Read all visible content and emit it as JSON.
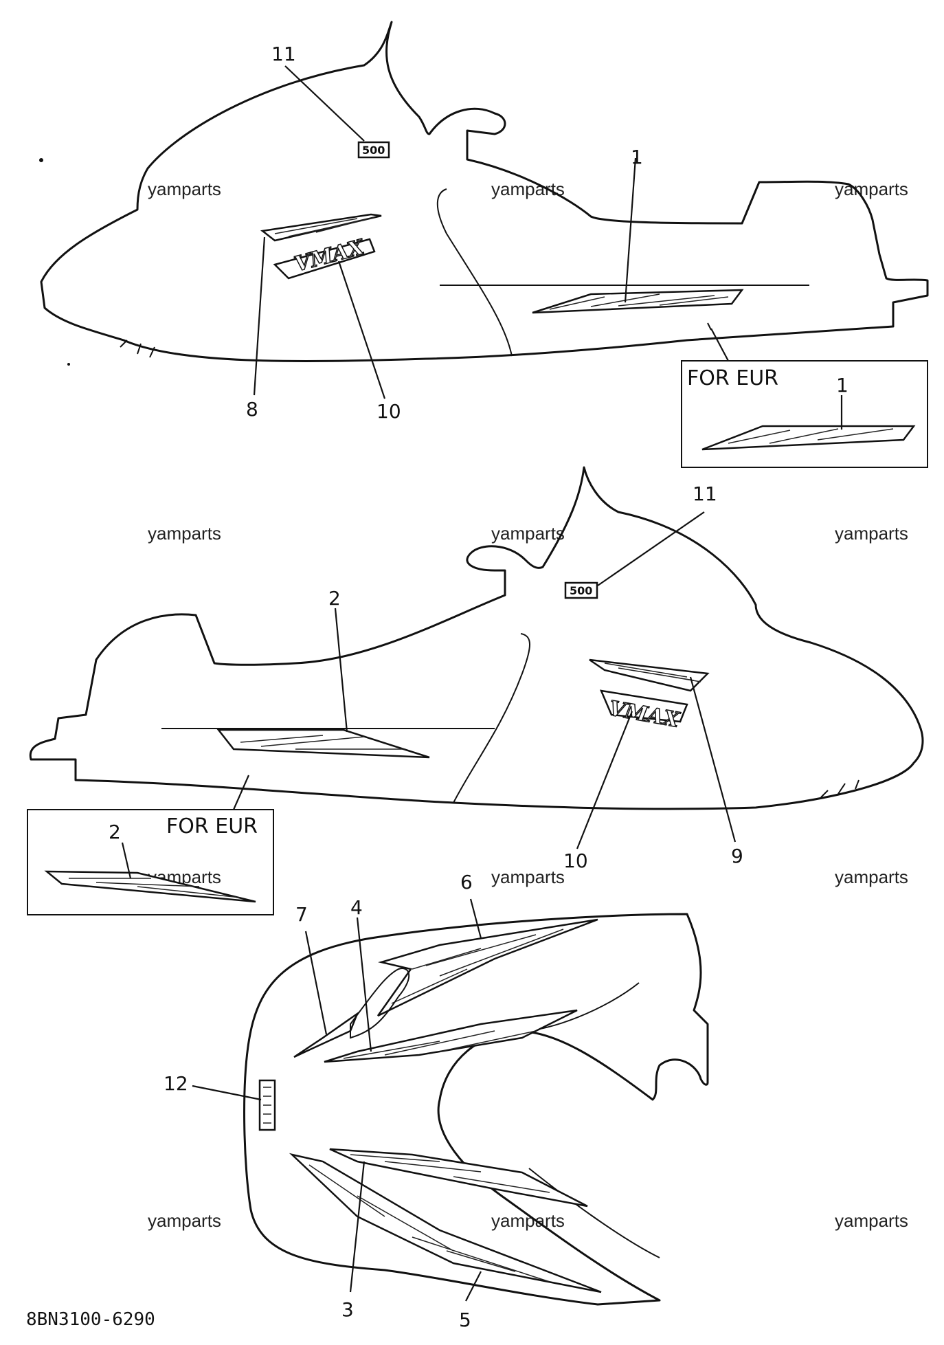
{
  "watermark": "yamparts",
  "part_number": "8BN3100-6290",
  "for_eur": "FOR EUR",
  "badge": "500",
  "emblem_text": "VMAX",
  "callouts": {
    "top_11": "11",
    "top_1": "1",
    "top_8": "8",
    "top_10": "10",
    "top_eur_1": "1",
    "mid_11": "11",
    "mid_2": "2",
    "mid_10": "10",
    "mid_9": "9",
    "mid_eur_2": "2",
    "hood_6": "6",
    "hood_7": "7",
    "hood_4": "4",
    "hood_12": "12",
    "hood_3": "3",
    "hood_5": "5"
  }
}
